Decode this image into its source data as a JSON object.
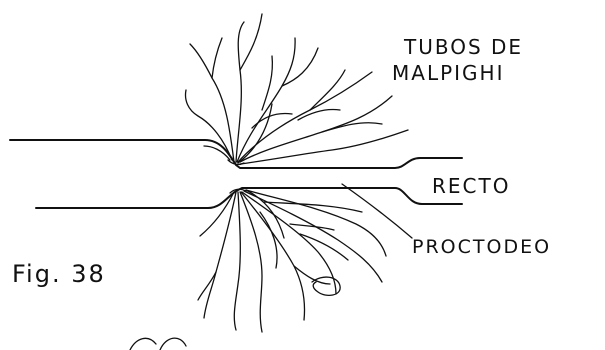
{
  "diagram": {
    "labels": {
      "tubos_line1": "TUBOS DE",
      "tubos_line2": "MALPIGHI",
      "recto": "RECTO",
      "proctodeo": "PROCTODEO",
      "figure": "Fig. 38"
    },
    "ink_color": "#111111",
    "background_color": "#ffffff"
  }
}
